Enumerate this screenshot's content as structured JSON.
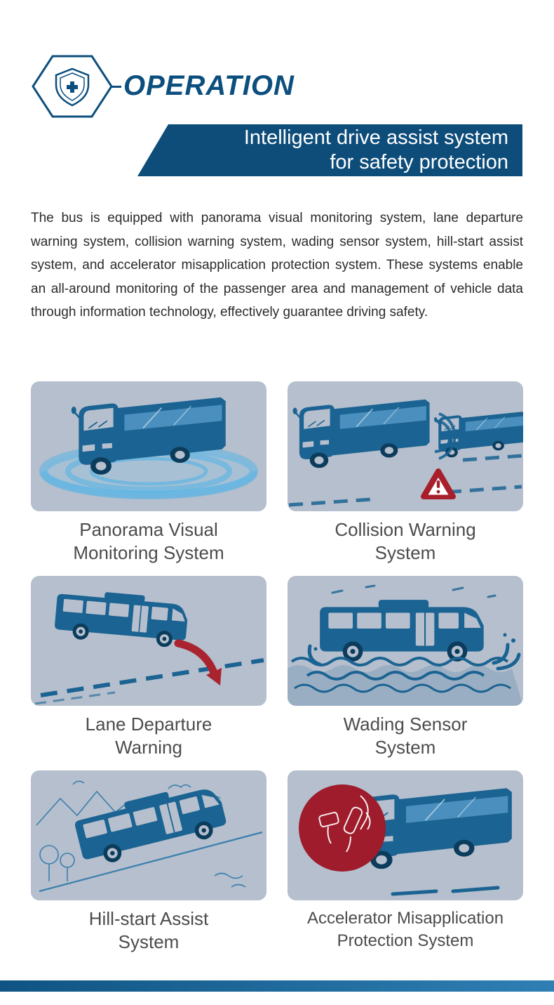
{
  "page": {
    "header": {
      "icon": "shield-cross-hexagon-icon",
      "title": "OPERATION"
    },
    "banner": {
      "line1": "Intelligent drive assist system",
      "line2": "for safety protection"
    },
    "intro": "The bus is equipped with panorama visual monitoring system, lane departure warning system, collision warning system, wading sensor system, hill-start assist system, and accelerator misapplication protection system. These systems enable an all-around monitoring of the passenger area and management of vehicle data through information technology, effectively guarantee driving safety.",
    "cards": [
      {
        "id": "panorama-visual-monitoring",
        "illustration": "panorama-visual-monitoring-illustration",
        "caption": "Panorama Visual\nMonitoring System"
      },
      {
        "id": "collision-warning",
        "illustration": "collision-warning-illustration",
        "caption": "Collision Warning\nSystem"
      },
      {
        "id": "lane-departure-warning",
        "illustration": "lane-departure-warning-illustration",
        "caption": "Lane Departure\nWarning"
      },
      {
        "id": "wading-sensor",
        "illustration": "wading-sensor-illustration",
        "caption": "Wading Sensor\nSystem"
      },
      {
        "id": "hill-start-assist",
        "illustration": "hill-start-assist-illustration",
        "caption": "Hill-start Assist\nSystem"
      },
      {
        "id": "accelerator-misapplication",
        "illustration": "accelerator-misapplication-protection-illustration",
        "caption": "Accelerator Misapplication\nProtection System"
      }
    ],
    "colors": {
      "brand_blue": "#0e4d7a",
      "bus_blue": "#1b6392",
      "card_background": "#b5bfcd",
      "panorama_cyan": "#54b3e6",
      "warning_red": "#a81e2b",
      "caption_gray": "#4c4c4c",
      "body_text": "#2b2b2b"
    }
  }
}
